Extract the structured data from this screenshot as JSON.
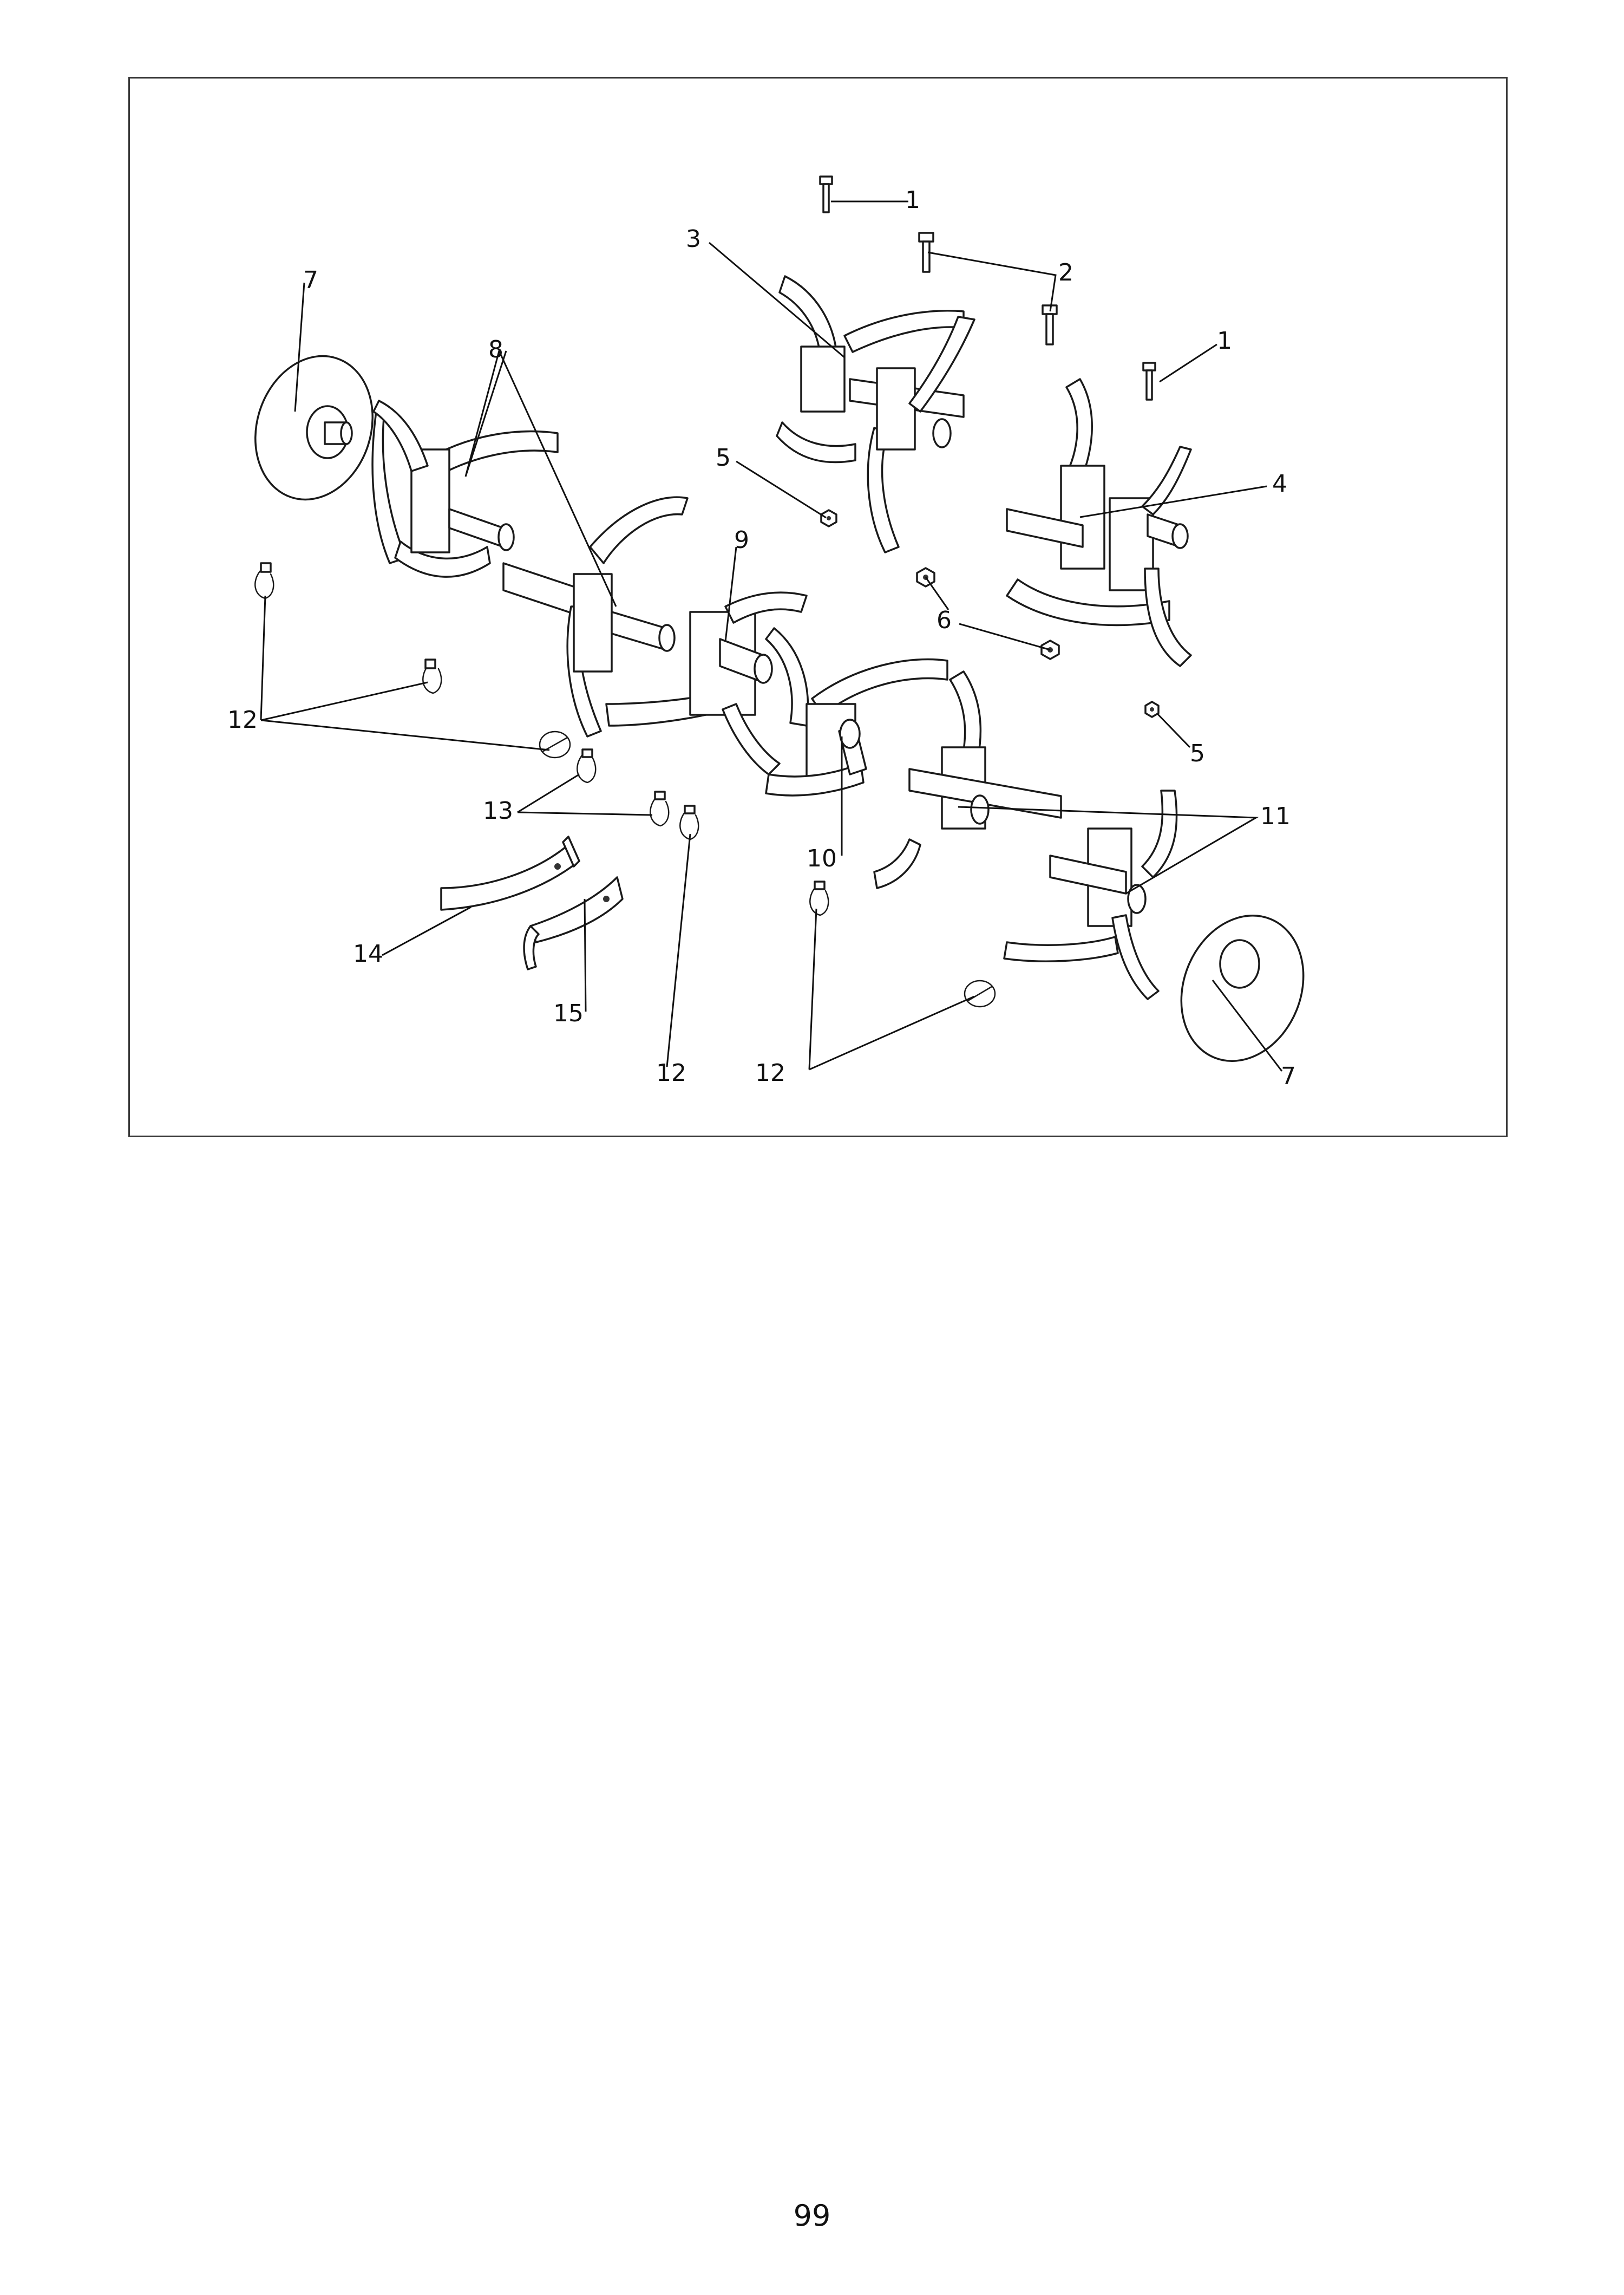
{
  "callouts": {
    "c1a": "1",
    "c1b": "1",
    "c2": "2",
    "c3": "3",
    "c4": "4",
    "c5a": "5",
    "c5b": "5",
    "c6": "6",
    "c7a": "7",
    "c7b": "7",
    "c8": "8",
    "c9": "9",
    "c10": "10",
    "c11": "11",
    "c12a": "12",
    "c12b": "12",
    "c12c": "12",
    "c13": "13",
    "c14": "14",
    "c15": "15"
  },
  "page_number": "99"
}
